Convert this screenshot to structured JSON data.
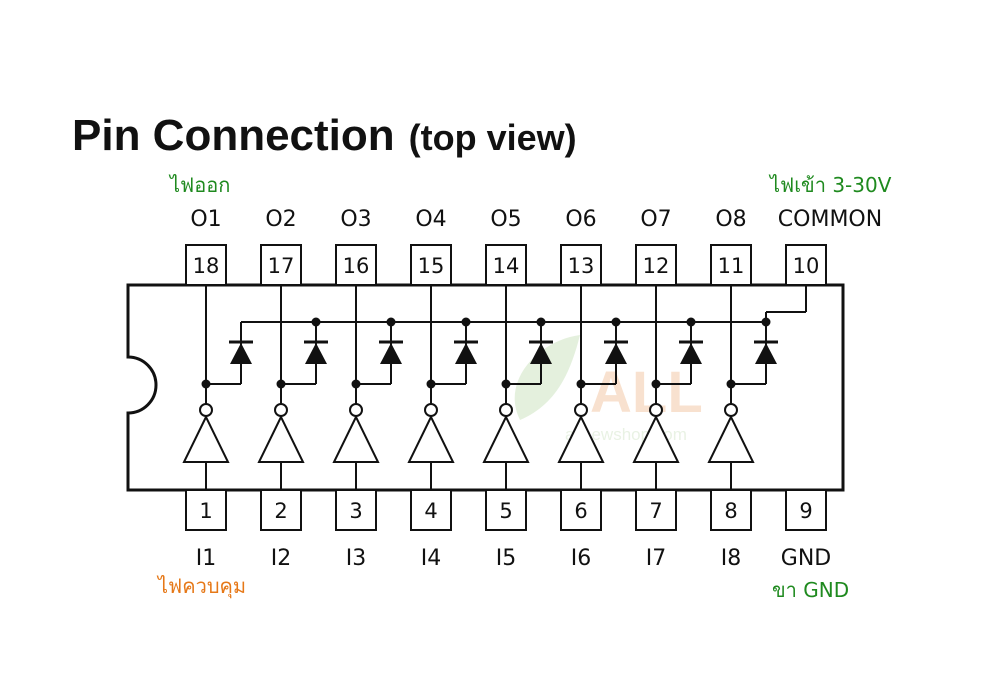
{
  "title": "Pin Connection",
  "title_suffix": "(top view)",
  "notes": {
    "outputs": "ไฟออก",
    "supply": "ไฟเข้า 3-30V",
    "inputs": "ไฟควบคุม",
    "ground": "ขา GND"
  },
  "top_pins": [
    {
      "num": "18",
      "label": "O1"
    },
    {
      "num": "17",
      "label": "O2"
    },
    {
      "num": "16",
      "label": "O3"
    },
    {
      "num": "15",
      "label": "O4"
    },
    {
      "num": "14",
      "label": "O5"
    },
    {
      "num": "13",
      "label": "O6"
    },
    {
      "num": "12",
      "label": "O7"
    },
    {
      "num": "11",
      "label": "O8"
    },
    {
      "num": "10",
      "label": "COMMON"
    }
  ],
  "bottom_pins": [
    {
      "num": "1",
      "label": "I1"
    },
    {
      "num": "2",
      "label": "I2"
    },
    {
      "num": "3",
      "label": "I3"
    },
    {
      "num": "4",
      "label": "I4"
    },
    {
      "num": "5",
      "label": "I5"
    },
    {
      "num": "6",
      "label": "I6"
    },
    {
      "num": "7",
      "label": "I7"
    },
    {
      "num": "8",
      "label": "I8"
    },
    {
      "num": "9",
      "label": "GND"
    }
  ],
  "watermark": {
    "logo": "ALL",
    "site": "allnewshop.com"
  },
  "colors": {
    "note_green": "#1f8a1f",
    "note_orange": "#e67817",
    "line": "#111111"
  }
}
